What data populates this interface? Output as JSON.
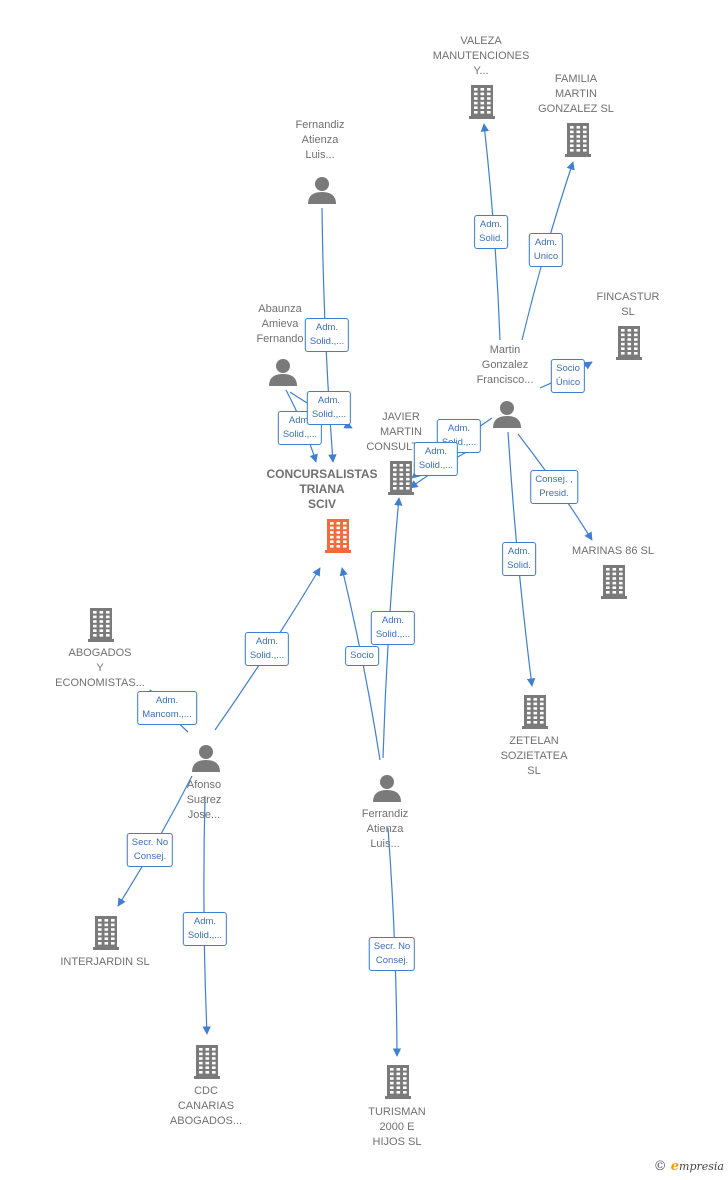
{
  "colors": {
    "edge": "#3f7fd3",
    "node_gray": "#7a7a7a",
    "center": "#f26b3a",
    "label": "#707070"
  },
  "nodes": [
    {
      "id": "center",
      "type": "company",
      "center": true,
      "lines": [
        "CONCURSALISTAS",
        "TRIANA",
        "SCIV"
      ]
    },
    {
      "id": "valeza",
      "type": "company",
      "lines": [
        "VALEZA",
        "MANUTENCIONES",
        "Y..."
      ]
    },
    {
      "id": "familia",
      "type": "company",
      "lines": [
        "FAMILIA",
        "MARTIN",
        "GONZALEZ SL"
      ]
    },
    {
      "id": "fincastur",
      "type": "company",
      "lines": [
        "FINCASTUR",
        "SL"
      ]
    },
    {
      "id": "javier",
      "type": "company",
      "lines": [
        "JAVIER",
        "MARTIN",
        "CONSULTO..."
      ]
    },
    {
      "id": "marinas",
      "type": "company",
      "lines": [
        "MARINAS 86 SL"
      ]
    },
    {
      "id": "zetelan",
      "type": "company",
      "lines": [
        "ZETELAN",
        "SOZIETATEA",
        "SL"
      ]
    },
    {
      "id": "abogados",
      "type": "company",
      "lines": [
        "ABOGADOS",
        "Y",
        "ECONOMISTAS..."
      ]
    },
    {
      "id": "interjardin",
      "type": "company",
      "lines": [
        "INTERJARDIN SL"
      ]
    },
    {
      "id": "cdc",
      "type": "company",
      "lines": [
        "CDC",
        "CANARIAS",
        "ABOGADOS..."
      ]
    },
    {
      "id": "turisman",
      "type": "company",
      "lines": [
        "TURISMAN",
        "2000 E",
        "HIJOS SL"
      ]
    },
    {
      "id": "fernandiz",
      "type": "person",
      "lines": [
        "Fernandiz",
        "Atienza",
        "Luis..."
      ]
    },
    {
      "id": "abaunza",
      "type": "person",
      "lines": [
        "Abaunza",
        "Amieva",
        "Fernando"
      ]
    },
    {
      "id": "martin",
      "type": "person",
      "lines": [
        "Martin",
        "Gonzalez",
        "Francisco..."
      ]
    },
    {
      "id": "afonso",
      "type": "person",
      "lines": [
        "Afonso",
        "Suarez",
        "Jose..."
      ]
    },
    {
      "id": "ferrandiz",
      "type": "person",
      "lines": [
        "Ferrandiz",
        "Atienza",
        "Luis..."
      ]
    }
  ],
  "edges": [
    {
      "from": "fernandiz",
      "to": "center",
      "label": [
        "Adm.",
        "Solid.,..."
      ]
    },
    {
      "from": "abaunza",
      "to": "center",
      "label": [
        "Adm.",
        "Solid.,..."
      ]
    },
    {
      "from": "abaunza",
      "to": "javier",
      "label": [
        "Adm.",
        "Solid.,..."
      ]
    },
    {
      "from": "martin",
      "to": "valeza",
      "label": [
        "Adm.",
        "Solid."
      ]
    },
    {
      "from": "martin",
      "to": "familia",
      "label": [
        "Adm.",
        "Unico"
      ]
    },
    {
      "from": "martin",
      "to": "fincastur",
      "label": [
        "Socio",
        "Único"
      ]
    },
    {
      "from": "martin",
      "to": "javier",
      "label": [
        "Adm.",
        "Solid.,..."
      ]
    },
    {
      "from": "martin",
      "to": "marinas",
      "label": [
        "Consej. ,",
        "Presid."
      ]
    },
    {
      "from": "martin",
      "to": "zetelan",
      "label": [
        "Adm.",
        "Solid."
      ]
    },
    {
      "from": "afonso",
      "to": "center",
      "label": [
        "Adm.",
        "Solid.,..."
      ]
    },
    {
      "from": "afonso",
      "to": "abogados",
      "label": [
        "Adm.",
        "Mancom.,..."
      ]
    },
    {
      "from": "afonso",
      "to": "interjardin",
      "label": [
        "Secr.  No",
        "Consej."
      ]
    },
    {
      "from": "afonso",
      "to": "cdc",
      "label": [
        "Adm.",
        "Solid.,..."
      ]
    },
    {
      "from": "ferrandiz",
      "to": "center",
      "label": [
        "Socio"
      ]
    },
    {
      "from": "ferrandiz",
      "to": "javier",
      "label": [
        "Adm.",
        "Solid.,..."
      ]
    },
    {
      "from": "ferrandiz",
      "to": "turisman",
      "label": [
        "Secr.  No",
        "Consej."
      ]
    },
    {
      "from": "extra",
      "to": "javier",
      "label": [
        "Adm.",
        "Solid.,..."
      ]
    }
  ],
  "footer": {
    "copyright": "©",
    "brand_e": "e",
    "brand_rest": "mpresia"
  }
}
